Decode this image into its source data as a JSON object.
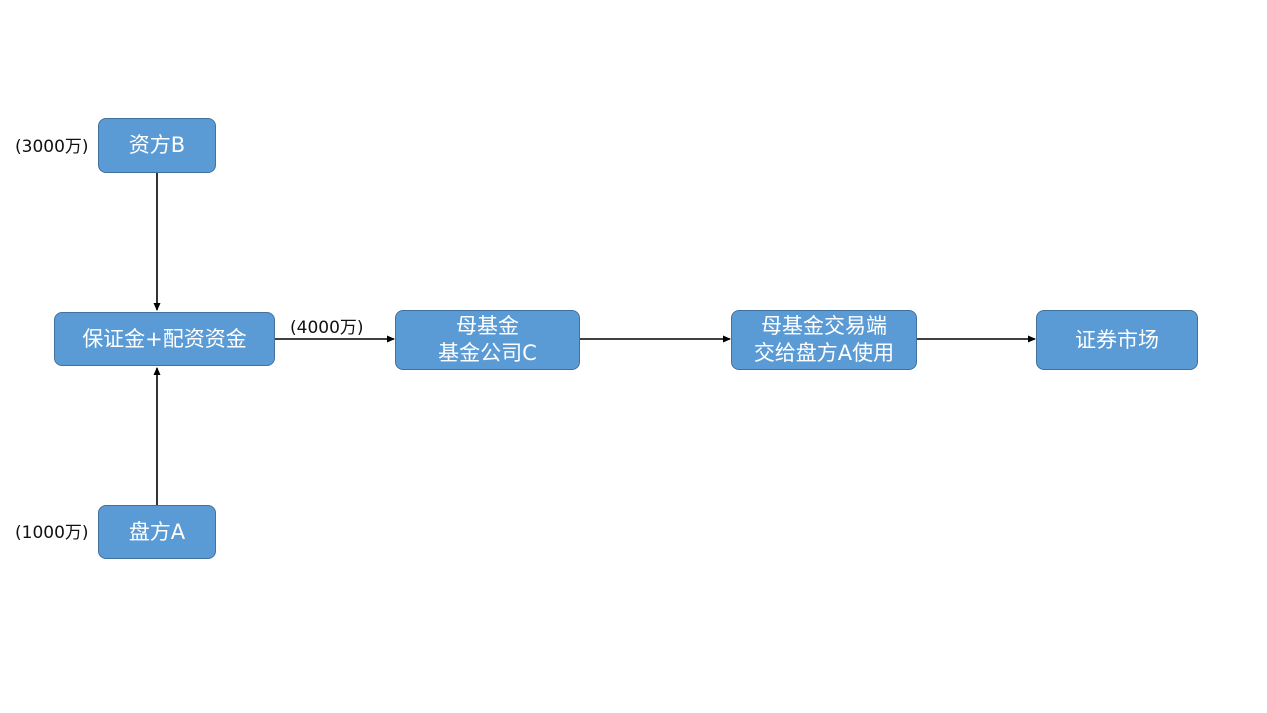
{
  "nodes": {
    "investor_b": {
      "lines": [
        "资方B"
      ]
    },
    "pool": {
      "lines": [
        "保证金+配资资金"
      ]
    },
    "trader_a": {
      "lines": [
        "盘方A"
      ]
    },
    "parent_fund": {
      "lines": [
        "母基金",
        "基金公司C"
      ]
    },
    "trading_end": {
      "lines": [
        "母基金交易端",
        "交给盘方A使用"
      ]
    },
    "market": {
      "lines": [
        "证券市场"
      ]
    }
  },
  "amounts": {
    "investor_b": "(3000万)",
    "trader_a": "(1000万)",
    "pool_to_fund": "(4000万)"
  },
  "edges": [
    {
      "from": "investor_b",
      "to": "pool"
    },
    {
      "from": "trader_a",
      "to": "pool"
    },
    {
      "from": "pool",
      "to": "parent_fund"
    },
    {
      "from": "parent_fund",
      "to": "trading_end"
    },
    {
      "from": "trading_end",
      "to": "market"
    }
  ],
  "colors": {
    "node_fill": "#5b9bd5",
    "node_border": "#41719c",
    "node_text": "#ffffff",
    "arrow": "#000000"
  }
}
